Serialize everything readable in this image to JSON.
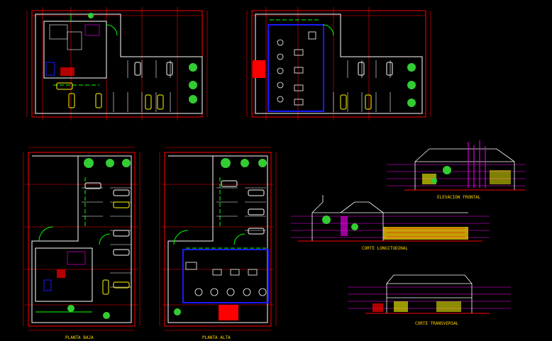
{
  "colors": {
    "background": "#000000",
    "frame": "#ff0000",
    "grid": "#ff0000",
    "wall": "#ffffff",
    "parking_line": "#ffffff",
    "car": "#ffff00",
    "tree": "#33cc33",
    "green_line": "#00ff00",
    "blue_zone": "#1a1aff",
    "label": "#ffd400",
    "magenta": "#ff00ff",
    "cyan": "#00ffff",
    "stair_red": "#ff0000"
  },
  "labels": {
    "planta_baja": "PLANTA BAJA",
    "planta_alta": "PLANTA ALTA",
    "elevacion": "ELEVACION FRONTAL",
    "corte_long": "CORTE LONGITUDINAL",
    "corte_trans": "CORTE TRANSVERSAL"
  },
  "icons": [
    "car-icon",
    "tree-icon",
    "table-icon",
    "stair-icon"
  ]
}
